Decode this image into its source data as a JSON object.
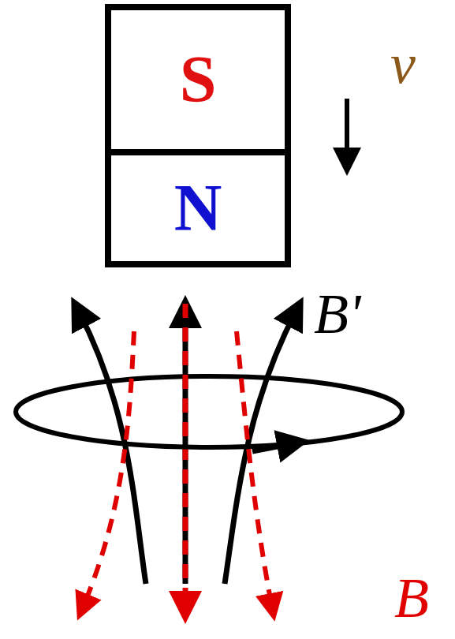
{
  "diagram": {
    "nodes": [
      {
        "text": [
          "S"
        ]
      },
      {
        "text": [
          "N"
        ]
      }
    ],
    "labels": [
      "v",
      "B'",
      "B"
    ]
  }
}
